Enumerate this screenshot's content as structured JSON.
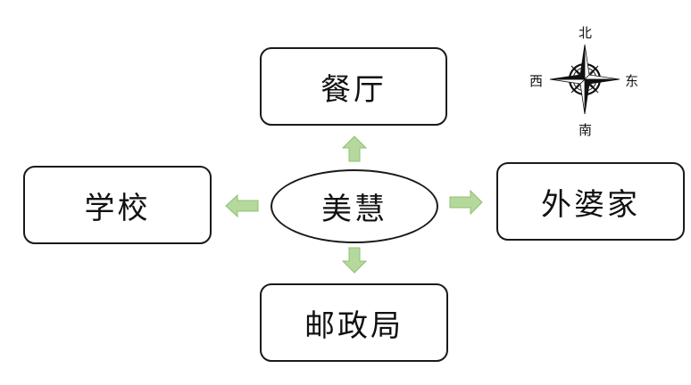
{
  "center": {
    "label": "美慧"
  },
  "nodes": {
    "north": {
      "label": "餐厅"
    },
    "west": {
      "label": "学校"
    },
    "east": {
      "label": "外婆家"
    },
    "south": {
      "label": "邮政局"
    }
  },
  "compass": {
    "north": "北",
    "south": "南",
    "west": "西",
    "east": "东"
  },
  "colors": {
    "arrow_fill": "#b5d99c",
    "arrow_stroke": "#8fc070",
    "border": "#1a1a1a"
  },
  "icons": {
    "compass": "compass-rose-icon",
    "arrow": "block-arrow-icon"
  }
}
